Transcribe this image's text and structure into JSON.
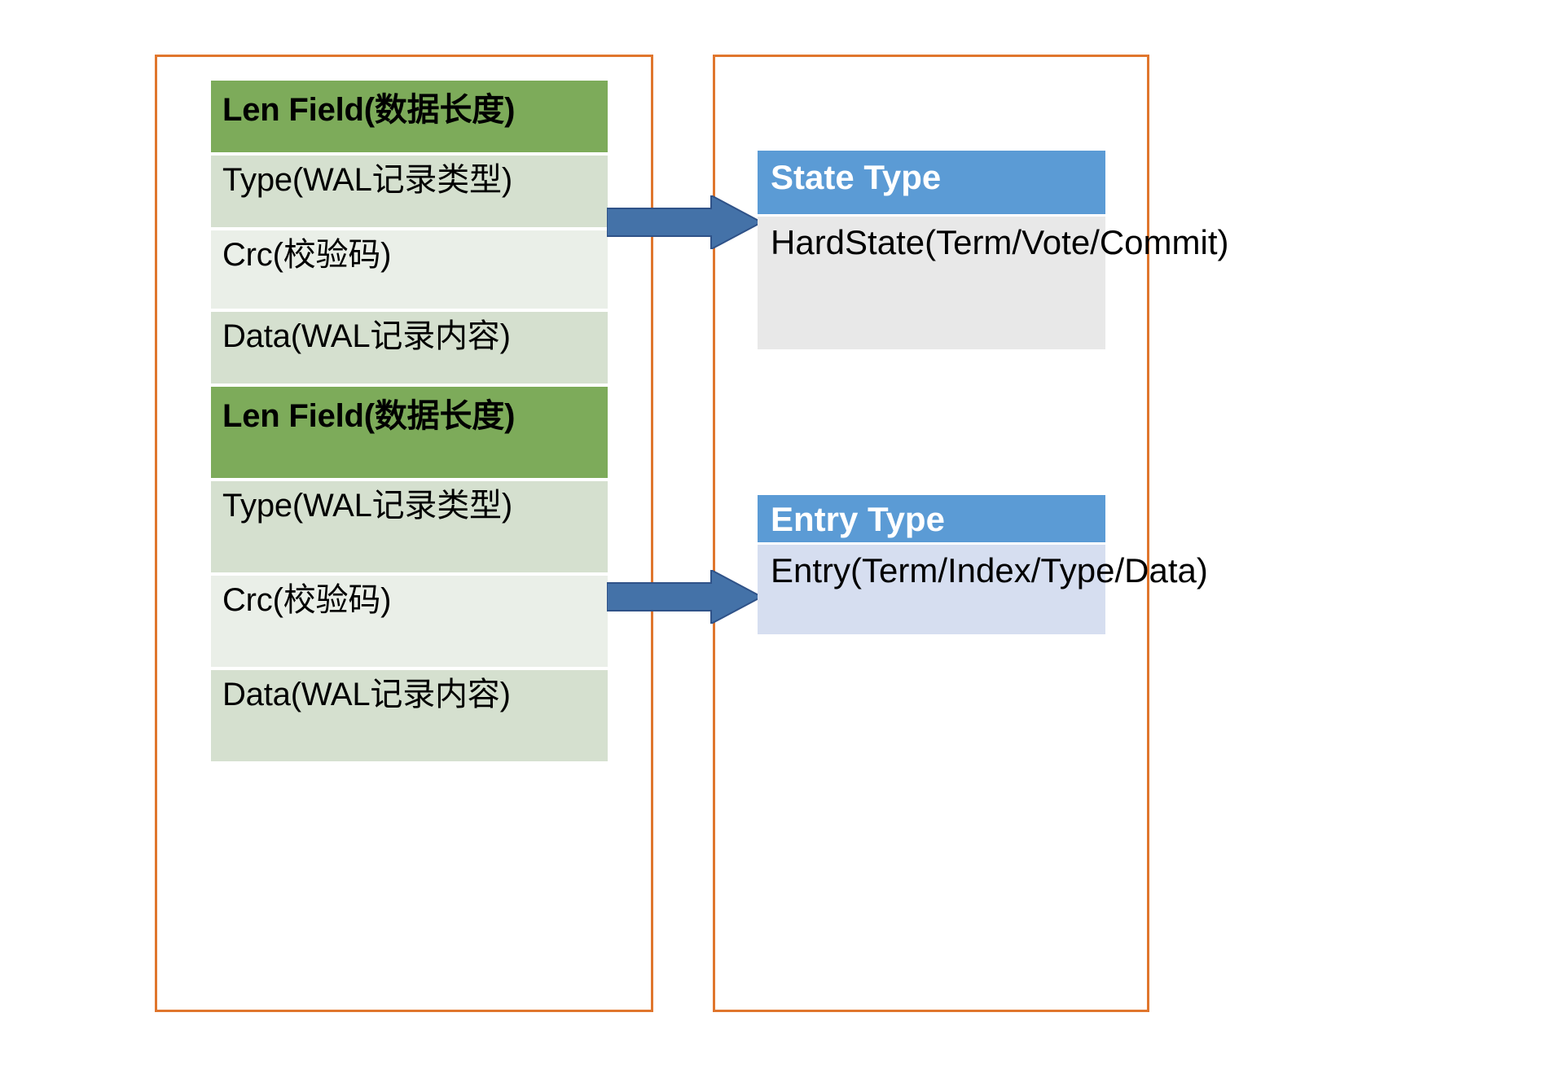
{
  "diagram": {
    "title": "WAL record layout and record types",
    "colors": {
      "panel_border": "#e0762d",
      "len_field_green": "#7dab5a",
      "row_green_medium": "#d5e0cf",
      "row_green_light": "#eaefe8",
      "type_header_blue": "#5b9bd5",
      "state_body_gray": "#e8e8e8",
      "entry_body_blue": "#d6def0",
      "arrow_blue": "#4472a8"
    }
  },
  "left_panel": {
    "rows": [
      {
        "label": "Len Field(数据长度)",
        "style": "len"
      },
      {
        "label": "Type(WAL记录类型)",
        "style": "mid"
      },
      {
        "label": "Crc(校验码)",
        "style": "light"
      },
      {
        "label": "Data(WAL记录内容)",
        "style": "mid"
      },
      {
        "label": "Len Field(数据长度)",
        "style": "len"
      },
      {
        "label": "Type(WAL记录类型)",
        "style": "mid"
      },
      {
        "label": "Crc(校验码)",
        "style": "light"
      },
      {
        "label": "Data(WAL记录内容)",
        "style": "mid"
      }
    ]
  },
  "right_panel": {
    "cards": [
      {
        "header": "State Type",
        "body": "HardState(Term/Vote/Commit)"
      },
      {
        "header": "Entry Type",
        "body": "Entry(Term/Index/Type/Data)"
      }
    ]
  },
  "arrows": [
    {
      "name": "arrow-to-state-type"
    },
    {
      "name": "arrow-to-entry-type"
    }
  ]
}
